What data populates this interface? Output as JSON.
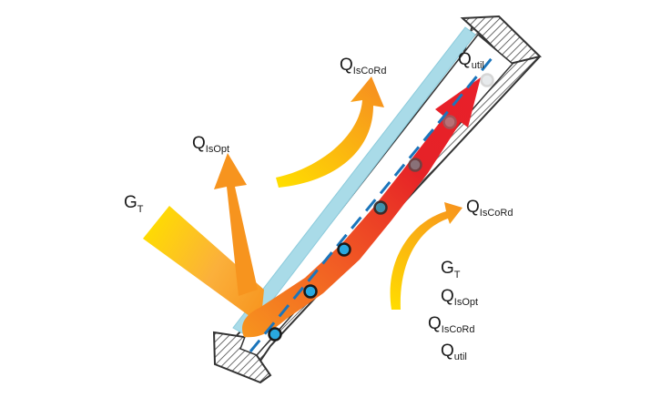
{
  "labels": {
    "radiation": {
      "main": "G",
      "sub": "T"
    },
    "optical_loss": {
      "main": "Q",
      "sub": "IsOpt"
    },
    "front_loss": {
      "main": "Q",
      "sub": "IsCoRd"
    },
    "useful": {
      "main": "Q",
      "sub": "util"
    },
    "rear_loss": {
      "main": "Q",
      "sub": "IsCoRd"
    }
  },
  "legend": [
    {
      "main": "G",
      "sub": "T"
    },
    {
      "main": "Q",
      "sub": "IsOpt"
    },
    {
      "main": "Q",
      "sub": "IsCoRd"
    },
    {
      "main": "Q",
      "sub": "util"
    }
  ],
  "colors": {
    "glass": "#a9dbe8",
    "pipe": "#1b75bb",
    "node": "#29a9e0",
    "flow_red": "#e62227",
    "flow_orange": "#f7941e",
    "sun_yellow": "#ffdd00",
    "casing": "#333333"
  }
}
